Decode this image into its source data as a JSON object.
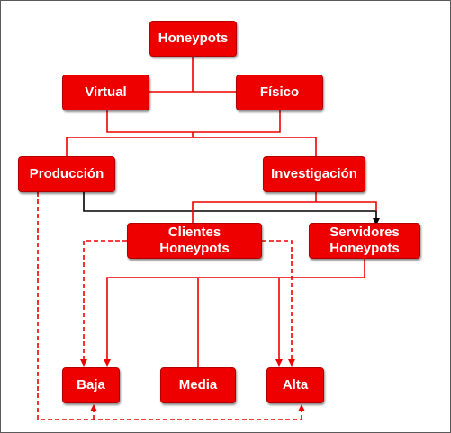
{
  "diagram": {
    "colors": {
      "node_fill": "#ee0000",
      "node_border": "#b30000",
      "node_text": "#ffffff",
      "connector_red": "#ee0000",
      "connector_black": "#000000",
      "frame": "#5a5a5a"
    },
    "nodes": {
      "honeypots": "Honeypots",
      "virtual": "Virtual",
      "fisico": "Físico",
      "produccion": "Producción",
      "investigacion": "Investigación",
      "clientes": "Clientes\nHoneypots",
      "servidores": "Servidores\nHoneypots",
      "baja": "Baja",
      "media": "Media",
      "alta": "Alta"
    },
    "connectors": [
      {
        "from": "honeypots",
        "to": "virtual",
        "style": "solid",
        "color": "red"
      },
      {
        "from": "honeypots",
        "to": "fisico",
        "style": "solid",
        "color": "red"
      },
      {
        "from": "virtual",
        "to": "produccion",
        "style": "solid",
        "color": "red"
      },
      {
        "from": "virtual",
        "to": "investigacion",
        "style": "solid",
        "color": "red"
      },
      {
        "from": "fisico",
        "to": "produccion",
        "style": "solid",
        "color": "red"
      },
      {
        "from": "fisico",
        "to": "investigacion",
        "style": "solid",
        "color": "red"
      },
      {
        "from": "produccion",
        "to": "servidores",
        "style": "solid",
        "color": "black",
        "arrow": true
      },
      {
        "from": "investigacion",
        "to": "clientes",
        "style": "solid",
        "color": "red"
      },
      {
        "from": "investigacion",
        "to": "servidores",
        "style": "solid",
        "color": "red"
      },
      {
        "from": "servidores",
        "to": "baja",
        "style": "solid",
        "color": "red",
        "arrow": true
      },
      {
        "from": "servidores",
        "to": "media",
        "style": "solid",
        "color": "red"
      },
      {
        "from": "servidores",
        "to": "alta",
        "style": "solid",
        "color": "red",
        "arrow": true
      },
      {
        "from": "clientes",
        "to": "baja",
        "style": "dashed",
        "color": "red",
        "arrow": true
      },
      {
        "from": "clientes",
        "to": "alta",
        "style": "dashed",
        "color": "red",
        "arrow": true
      },
      {
        "from": "produccion",
        "to": "baja",
        "style": "dashed",
        "color": "red",
        "arrow": true
      },
      {
        "from": "produccion",
        "to": "alta",
        "style": "dashed",
        "color": "red",
        "arrow": true
      }
    ]
  }
}
